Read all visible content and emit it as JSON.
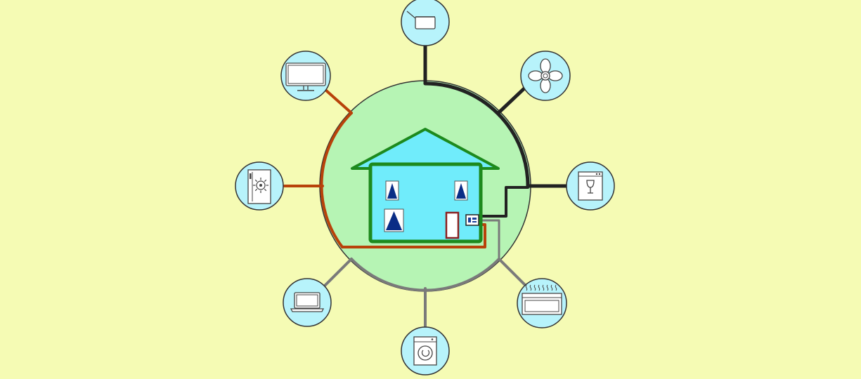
{
  "colors": {
    "background": "#f5fbb4",
    "hub_fill": "#b6f4b4",
    "device_fill": "#b7f3fb",
    "house_fill": "#70ecfb",
    "house_stroke": "#1d8a1d",
    "wire_black": "#222222",
    "wire_orange": "#b8420a",
    "wire_gray": "#7a7a7a",
    "window_fill": "#0a2d86",
    "door_stroke": "#8b2020"
  },
  "devices": [
    {
      "id": "cooking-pot",
      "icon": "cooking-pot-icon",
      "wire": "black"
    },
    {
      "id": "ceiling-fan",
      "icon": "fan-icon",
      "wire": "black"
    },
    {
      "id": "dishwasher",
      "icon": "dishwasher-icon",
      "wire": "black"
    },
    {
      "id": "oven",
      "icon": "oven-icon",
      "wire": "gray"
    },
    {
      "id": "washing-machine",
      "icon": "washing-machine-icon",
      "wire": "gray"
    },
    {
      "id": "laptop",
      "icon": "laptop-icon",
      "wire": "gray"
    },
    {
      "id": "refrigerator",
      "icon": "refrigerator-icon",
      "wire": "orange"
    },
    {
      "id": "television",
      "icon": "television-icon",
      "wire": "orange"
    }
  ]
}
